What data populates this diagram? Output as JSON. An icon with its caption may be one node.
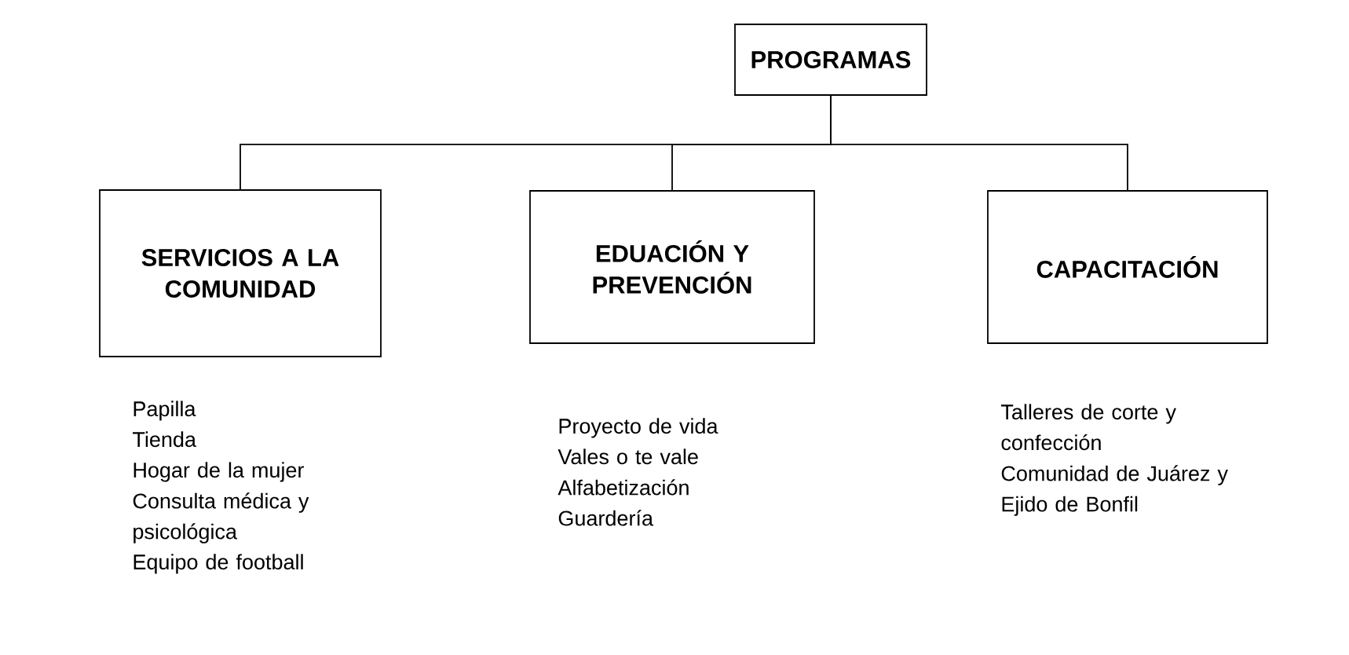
{
  "diagram": {
    "nodes": [
      {
        "text": [
          "PROGRAMAS"
        ]
      },
      {
        "text": [
          "SERVICIOS A LA COMUNIDAD"
        ],
        "beside": [
          "Papilla",
          "Tienda",
          "Hogar de la mujer",
          "Consulta médica y psicológica",
          "Equipo de football"
        ]
      },
      {
        "text": [
          "EDUACIÓN Y PREVENCIÓN"
        ],
        "beside": [
          "Proyecto de vida",
          "Vales o te vale",
          "Alfabetización",
          "Guardería"
        ]
      },
      {
        "text": [
          "CAPACITACIÓN"
        ],
        "beside": [
          "Talleres de corte y confección",
          "Comunidad de Juárez y Ejido de Bonfil"
        ]
      }
    ],
    "edges": [
      {
        "from": 0,
        "to": 1,
        "arrow": "none"
      },
      {
        "from": 0,
        "to": 2,
        "arrow": "none"
      },
      {
        "from": 0,
        "to": 3,
        "arrow": "none"
      }
    ]
  }
}
